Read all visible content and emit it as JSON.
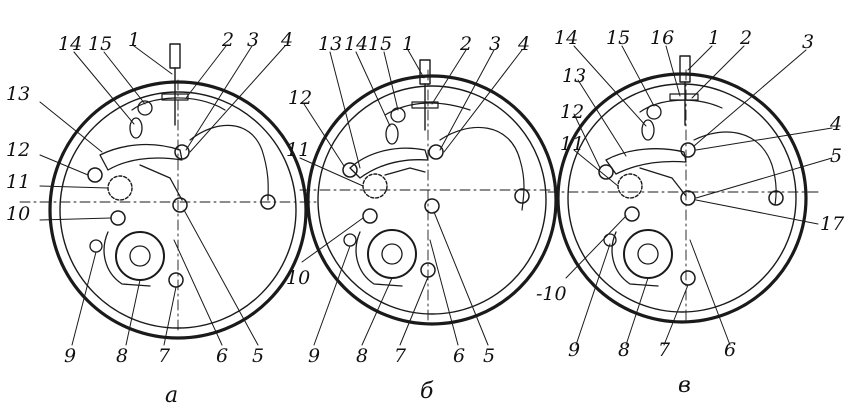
{
  "panels": [
    {
      "caption": "a",
      "labels": [
        "1",
        "2",
        "3",
        "4",
        "5",
        "6",
        "7",
        "8",
        "9",
        "10",
        "11",
        "12",
        "13",
        "14",
        "15"
      ]
    },
    {
      "caption": "б",
      "labels": [
        "1",
        "2",
        "3",
        "4",
        "5",
        "6",
        "7",
        "8",
        "9",
        "10",
        "11",
        "12",
        "13",
        "14",
        "15"
      ]
    },
    {
      "caption": "в",
      "labels": [
        "1",
        "2",
        "3",
        "4",
        "5",
        "6",
        "7",
        "8",
        "9",
        "-10",
        "11",
        "12",
        "13",
        "14",
        "15",
        "16",
        "17"
      ]
    }
  ]
}
